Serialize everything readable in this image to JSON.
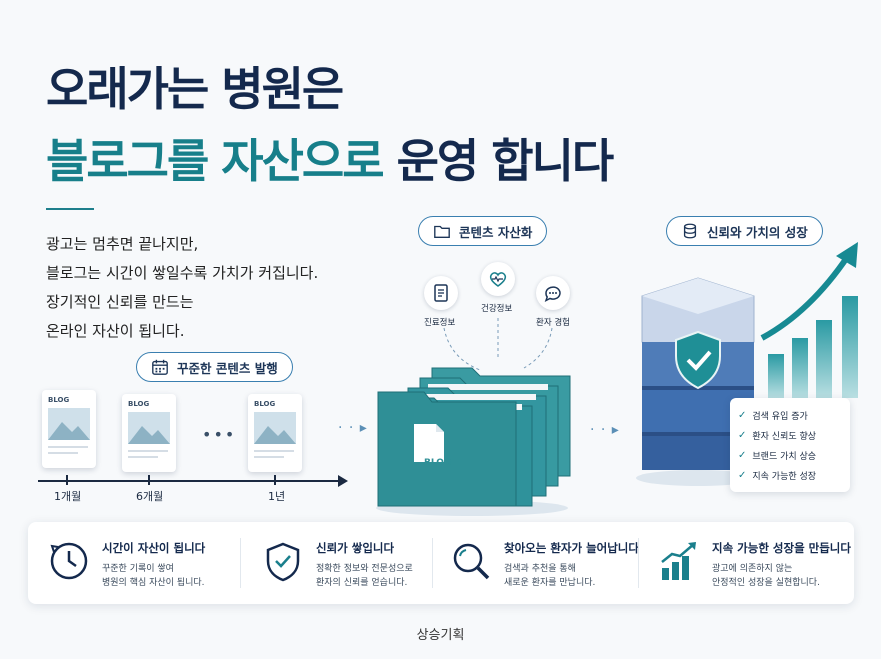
{
  "headline": {
    "line1": "오래가는 병원은",
    "line2_part1": "블로그를 자산으로",
    "line2_part2": "운영 합니다"
  },
  "intro": [
    "광고는 멈추면 끝나지만,",
    "블로그는 시간이 쌓일수록 가치가 커집니다.",
    "장기적인 신뢰를 만드는",
    "온라인 자산이 됩니다."
  ],
  "pills": {
    "publishing": "꾸준한 콘텐츠 발행",
    "assetization": "콘텐츠 자산화",
    "growth": "신뢰와 가치의 성장"
  },
  "blog_card_label": "BLOG",
  "timeline": [
    "1개월",
    "6개월",
    "1년"
  ],
  "ellipsis": "•••",
  "content_types": [
    "진료정보",
    "건강정보",
    "환자 경험"
  ],
  "folder_label": "BLOG",
  "checklist": [
    "검색 유입 증가",
    "환자 신뢰도 향상",
    "브랜드 가치 상승",
    "지속 가능한 성장"
  ],
  "features": [
    {
      "title": "시간이 자산이 됩니다",
      "desc1": "꾸준한 기록이 쌓여",
      "desc2": "병원의 핵심 자산이 됩니다."
    },
    {
      "title": "신뢰가 쌓입니다",
      "desc1": "정확한 정보와 전문성으로",
      "desc2": "환자의 신뢰를 얻습니다."
    },
    {
      "title": "찾아오는 환자가 늘어납니다",
      "desc1": "검색과 추천을 통해",
      "desc2": "새로운 환자를 만납니다."
    },
    {
      "title": "지속 가능한 성장을 만듭니다",
      "desc1": "광고에 의존하지 않는",
      "desc2": "안정적인 성장을 실현합니다."
    }
  ],
  "footer": "상승기획",
  "colors": {
    "navy": "#14294d",
    "teal": "#177f8a",
    "folder": "#2f8f96",
    "server_top": "#c9d6ea",
    "server_blue": "#3f6fb0"
  }
}
